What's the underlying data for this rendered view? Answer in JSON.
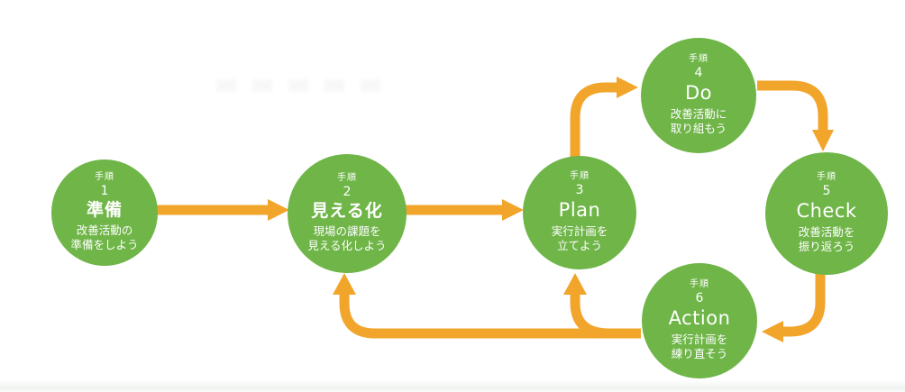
{
  "colors": {
    "circle_green": "#6FB548",
    "arrow_orange": "#F2A52B",
    "text_white": "#FFFFFF"
  },
  "steps": [
    {
      "label": "手順",
      "number": "1",
      "title": "準備",
      "description": "改善活動の\n準備をしよう"
    },
    {
      "label": "手順",
      "number": "2",
      "title": "見える化",
      "description": "現場の課題を\n見える化しよう"
    },
    {
      "label": "手順",
      "number": "3",
      "title": "Plan",
      "description": "実行計画を\n立てよう"
    },
    {
      "label": "手順",
      "number": "4",
      "title": "Do",
      "description": "改善活動に\n取り組もう"
    },
    {
      "label": "手順",
      "number": "5",
      "title": "Check",
      "description": "改善活動を\n振り返ろう"
    },
    {
      "label": "手順",
      "number": "6",
      "title": "Action",
      "description": "実行計画を\n練り直そう"
    }
  ],
  "flows": [
    {
      "from": "1",
      "to": "2"
    },
    {
      "from": "2",
      "to": "3"
    },
    {
      "from": "3",
      "to": "4"
    },
    {
      "from": "4",
      "to": "5"
    },
    {
      "from": "5",
      "to": "6"
    },
    {
      "from": "6",
      "to": "3"
    },
    {
      "from": "6",
      "to": "2"
    }
  ]
}
